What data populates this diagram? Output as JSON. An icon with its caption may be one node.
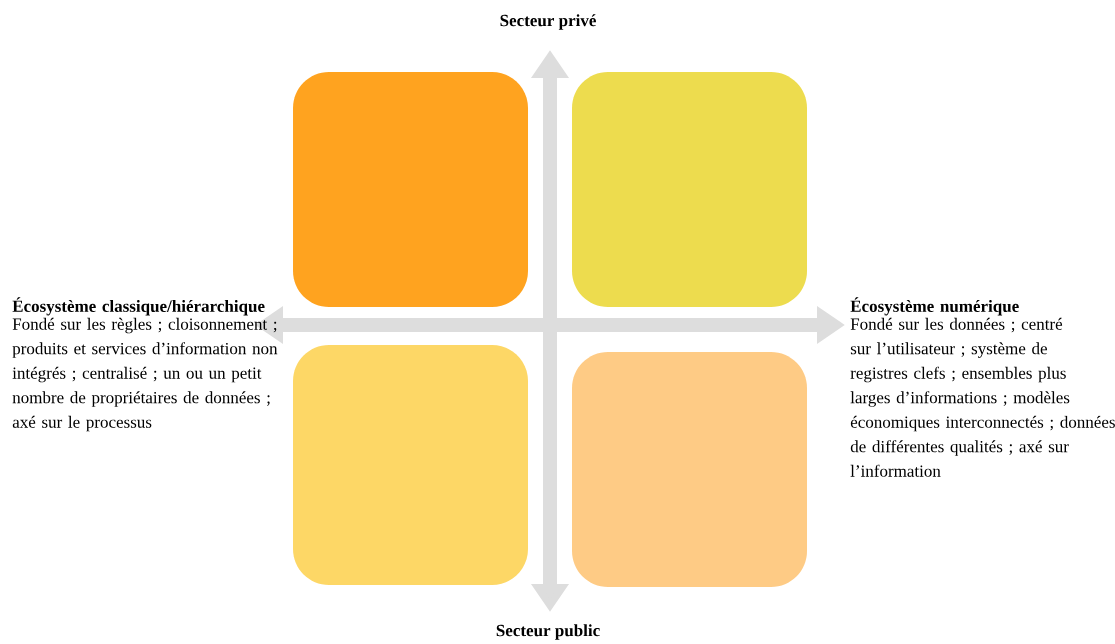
{
  "diagram": {
    "nodes": [
      {
        "text": [],
        "shape": "box"
      },
      {
        "text": [],
        "shape": "box"
      },
      {
        "text": [],
        "shape": "box"
      },
      {
        "text": [],
        "shape": "box"
      }
    ],
    "labels": [
      "Secteur privé",
      "Écosystème classique/hiérarchique",
      "Fondé sur les règles ; cloisonnement ; produits et services d’information non intégrés ; centralisé ; un ou un petit nombre de propriétaires de données ; axé sur le processus",
      "Écosystème numérique",
      "Fondé sur les données ; centré sur l’utilisateur ; système de registres clefs ; ensembles plus larges d’informations ; modèles économiques interconnectés ; données de différentes qualités ; axé sur l’information",
      "Secteur public"
    ]
  }
}
